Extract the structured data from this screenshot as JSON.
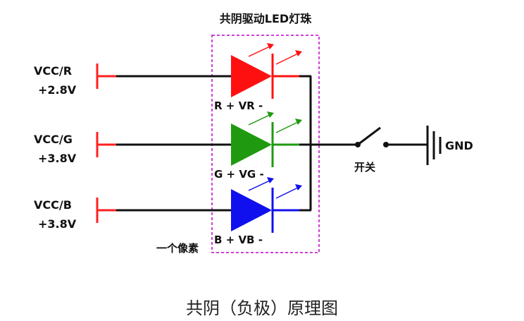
{
  "title": "共阴驱动LED灯珠",
  "caption": "共阴（负极）原理图",
  "channels": [
    {
      "name": "VCC/R",
      "voltage": "+2.8V",
      "pin_label": "R + VR -",
      "color": "#ff1010"
    },
    {
      "name": "VCC/G",
      "voltage": "+3.8V",
      "pin_label": "G + VG -",
      "color": "#1f9a10"
    },
    {
      "name": "VCC/B",
      "voltage": "+3.8V",
      "pin_label": "B + VB -",
      "color": "#1010ee"
    }
  ],
  "switch_label": "开关",
  "gnd_label": "GND",
  "pixel_label": "一个像素",
  "box_color": "#d040d8"
}
